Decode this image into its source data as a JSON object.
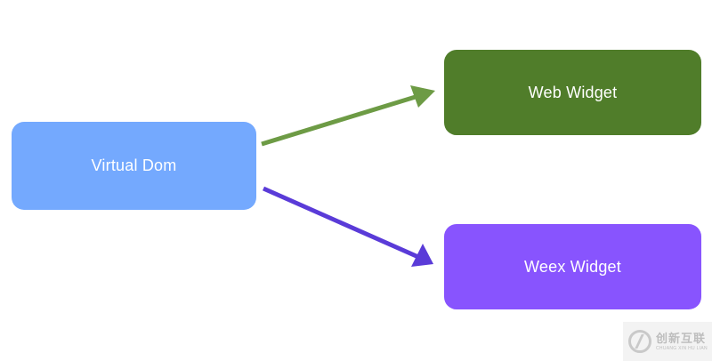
{
  "diagram": {
    "nodes": {
      "virtual_dom": {
        "label": "Virtual Dom",
        "color": "#74a9fe"
      },
      "web_widget": {
        "label": "Web Widget",
        "color": "#507d2a"
      },
      "weex_widget": {
        "label": "Weex Widget",
        "color": "#8854fe"
      }
    },
    "edges": [
      {
        "from": "virtual_dom",
        "to": "web_widget",
        "color": "#6d9b45"
      },
      {
        "from": "virtual_dom",
        "to": "weex_widget",
        "color": "#5a3bd8"
      }
    ]
  },
  "watermark": {
    "text_cn": "创新互联",
    "text_en": "CHUANG XIN HU LIAN"
  }
}
